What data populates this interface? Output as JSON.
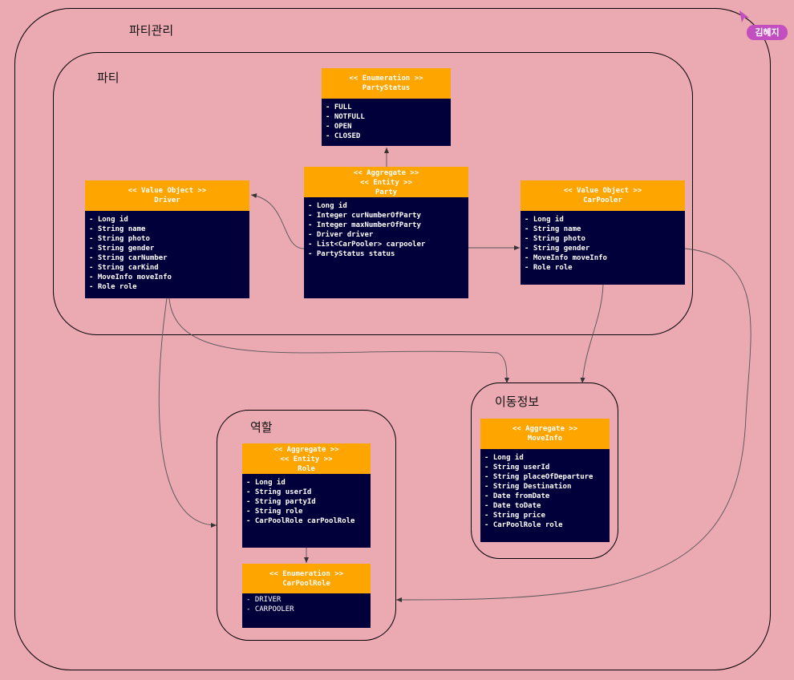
{
  "regions": {
    "party_management": "파티관리",
    "party": "파티",
    "move_info": "이동정보",
    "role": "역할"
  },
  "user": {
    "name": "김혜지",
    "cursor_color": "#C24EC0"
  },
  "colors": {
    "background": "#EBA9B2",
    "header": "#FFA500",
    "body": "#02003A"
  },
  "cards": {
    "party_status": {
      "header": [
        "<< Enumeration >>",
        "PartyStatus"
      ],
      "fields": [
        "- FULL",
        "- NOTFULL",
        "- OPEN",
        "- CLOSED"
      ]
    },
    "party": {
      "header": [
        "<< Aggregate >>",
        "<< Entity >>",
        "Party"
      ],
      "fields": [
        "- Long id",
        "- Integer curNumberOfParty",
        "- Integer maxNumberOfParty",
        "- Driver driver",
        "- List<CarPooler> carpooler",
        "- PartyStatus status"
      ]
    },
    "driver": {
      "header": [
        "<< Value Object >>",
        "Driver"
      ],
      "fields": [
        "- Long id",
        "- String name",
        "- String photo",
        "- String gender",
        "- String carNumber",
        "- String carKind",
        "- MoveInfo moveInfo",
        "- Role role"
      ]
    },
    "carpooler": {
      "header": [
        "<< Value Object >>",
        "CarPooler"
      ],
      "fields": [
        "- Long id",
        "- String name",
        "- String photo",
        "- String gender",
        "- MoveInfo moveInfo",
        "- Role role"
      ]
    },
    "move_info": {
      "header": [
        "<< Aggregate >>",
        "MoveInfo"
      ],
      "fields": [
        "- Long id",
        "- String userId",
        "- String placeOfDeparture",
        "- String Destination",
        "- Date fromDate",
        "- Date toDate",
        "- String price",
        "- CarPoolRole role"
      ]
    },
    "role": {
      "header": [
        "<< Aggregate >>",
        "<< Entity >>",
        "Role"
      ],
      "fields": [
        "- Long id",
        "- String userId",
        "- String partyId",
        "- String role",
        "- CarPoolRole carPoolRole"
      ]
    },
    "carpool_role": {
      "header": [
        "<< Enumeration >>",
        "CarPoolRole"
      ],
      "fields": [
        "- DRIVER",
        "- CARPOOLER"
      ]
    }
  }
}
